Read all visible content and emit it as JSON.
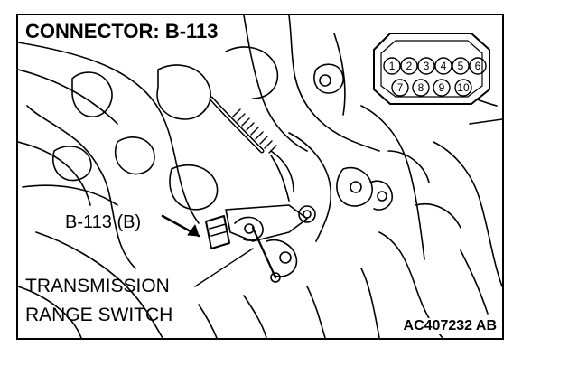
{
  "title": "CONNECTOR: B-113",
  "callout_label": "B-113 (B)",
  "switch_label": {
    "line1": "TRANSMISSION",
    "line2": "RANGE SWITCH"
  },
  "figure_code": "AC407232 AB",
  "connector_pins": {
    "top_row": [
      "1",
      "2",
      "3",
      "4",
      "5",
      "6"
    ],
    "bottom_row": [
      "7",
      "8",
      "9",
      "10"
    ]
  },
  "colors": {
    "ink": "#000000",
    "paper": "#ffffff"
  }
}
